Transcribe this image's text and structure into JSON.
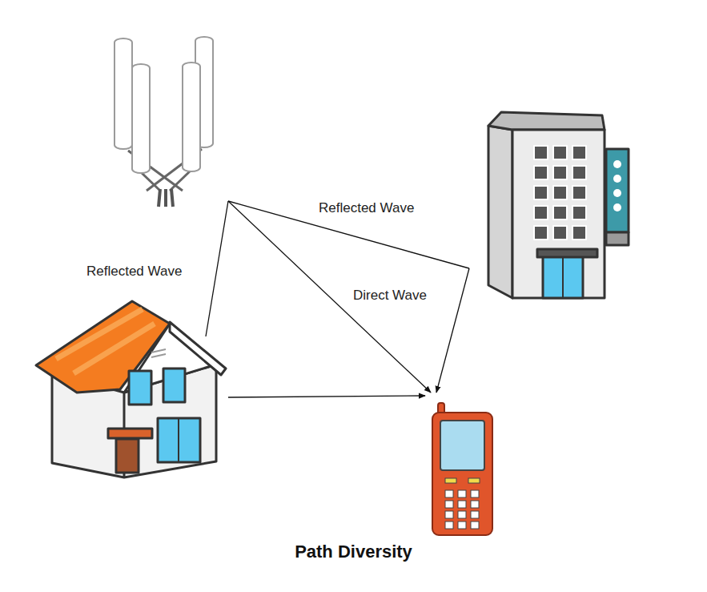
{
  "diagram": {
    "caption": "Path Diversity",
    "labels": [
      "Reflected Wave",
      "Reflected Wave",
      "Direct Wave"
    ]
  }
}
